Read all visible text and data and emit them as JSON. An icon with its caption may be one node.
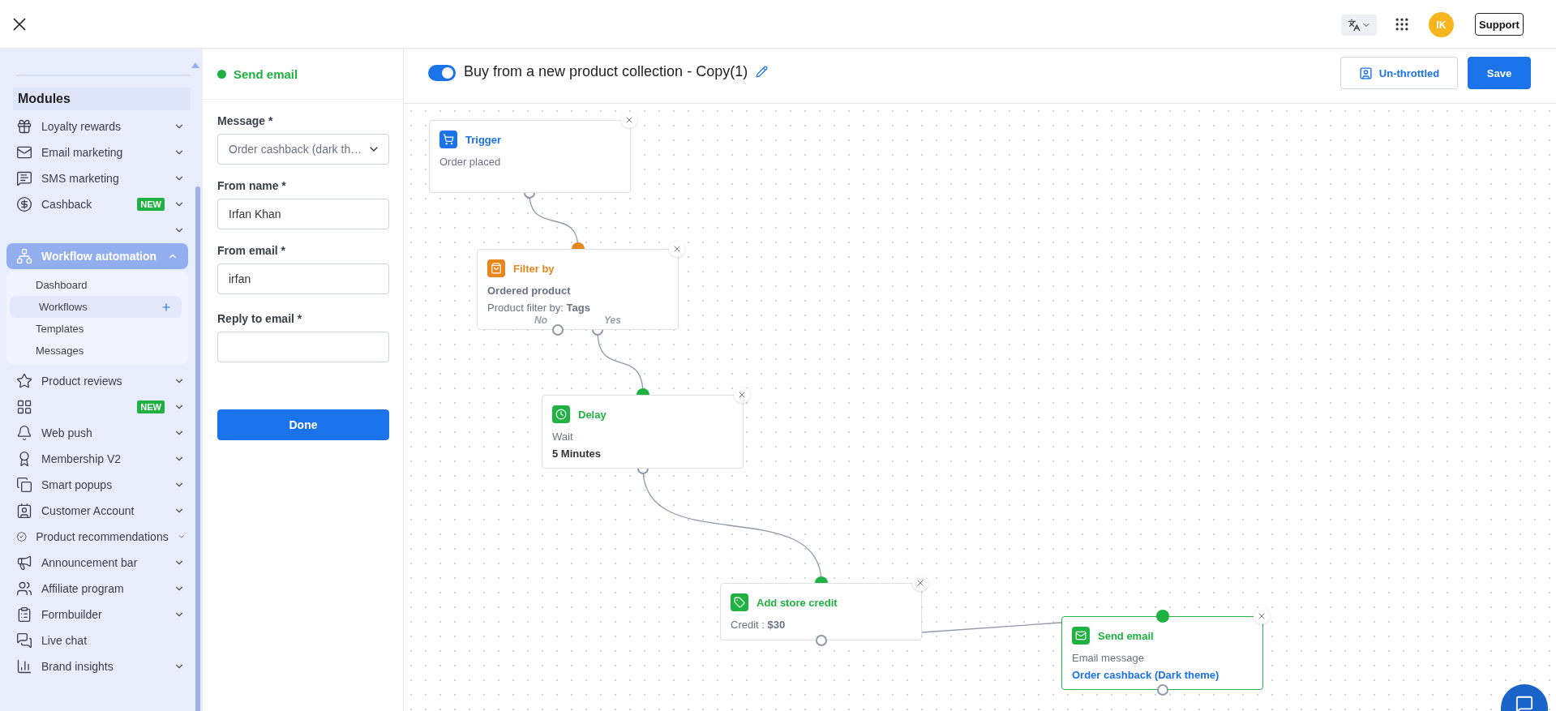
{
  "diagram": {
    "nodes": [
      {
        "text": [
          "Trigger",
          "Order placed"
        ]
      },
      {
        "text": [
          "Filter by",
          "Ordered product",
          "Product filter by: **Tags**"
        ]
      },
      {
        "text": [
          "Delay",
          "Wait",
          "5 Minutes"
        ]
      },
      {
        "text": [
          "Add store credit",
          "Credit : **$30**"
        ]
      },
      {
        "text": [
          "Send email",
          "Email message",
          "Order cashback (Dark theme)"
        ]
      }
    ],
    "edges": [
      {
        "from": 0,
        "to": 1,
        "arrow": "other"
      },
      {
        "from": 1,
        "to": 2,
        "arrow": "other"
      },
      {
        "from": 2,
        "to": 3,
        "arrow": "other"
      },
      {
        "from": 3,
        "to": 4,
        "arrow": "none"
      }
    ],
    "labels": [
      "Modules",
      "Loyalty rewards",
      "Email marketing",
      "SMS marketing",
      "Cashback",
      "NEW",
      "Workflow automation",
      "Dashboard",
      "Workflows",
      "Templates",
      "Messages",
      "Product reviews",
      "NEW",
      "Web push",
      "Membership V2",
      "Smart popups",
      "Customer Account",
      "Product recommendations",
      "Announcement bar",
      "Affiliate program",
      "Formbuilder",
      "Live chat",
      "Brand insights",
      "Send email",
      "Message *",
      "Order cashback (dark th…",
      "From name *",
      "Irfan Khan",
      "From email *",
      "irfan",
      "Reply to email *",
      "Done",
      "Buy from a new product collection - Copy(1)",
      "Un-throttled",
      "Save",
      "IK",
      "Support",
      "No",
      "Yes"
    ]
  }
}
